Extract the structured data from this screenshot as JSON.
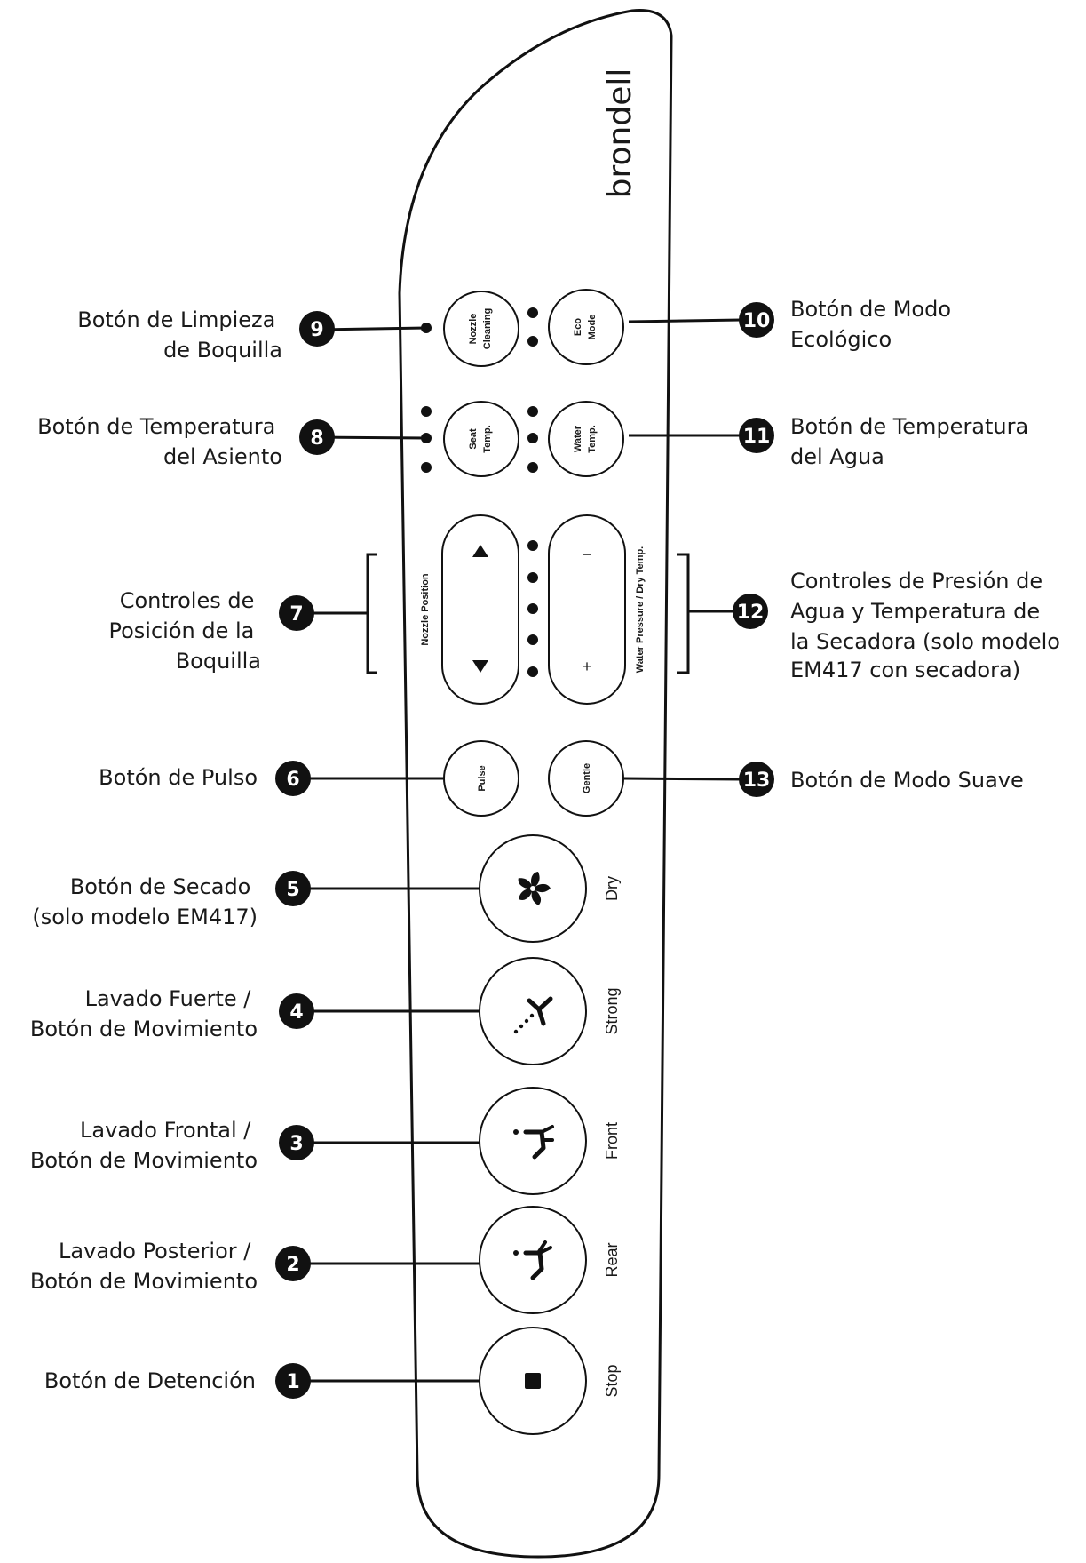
{
  "brand": "brondell",
  "buttons": {
    "nozzle_cleaning": [
      "Nozzle",
      "Cleaning"
    ],
    "eco_mode": [
      "Eco",
      "Mode"
    ],
    "seat_temp": [
      "Seat",
      "Temp."
    ],
    "water_temp": [
      "Water",
      "Temp."
    ],
    "nozzle_position": "Nozzle Position",
    "water_pressure": "Water Pressure / Dry Temp.",
    "minus": "−",
    "plus": "+",
    "pulse": "Pulse",
    "gentle": "Gentle",
    "dry": "Dry",
    "strong": "Strong",
    "front": "Front",
    "rear": "Rear",
    "stop": "Stop"
  },
  "callouts": {
    "c1": {
      "num": "1",
      "lines": [
        "Botón de Detención"
      ]
    },
    "c2": {
      "num": "2",
      "lines": [
        "Lavado Posterior /",
        "Botón de Movimiento"
      ]
    },
    "c3": {
      "num": "3",
      "lines": [
        "Lavado Frontal /",
        "Botón de Movimiento"
      ]
    },
    "c4": {
      "num": "4",
      "lines": [
        "Lavado Fuerte /",
        "Botón de Movimiento"
      ]
    },
    "c5": {
      "num": "5",
      "lines": [
        "Botón de Secado",
        "(solo modelo EM417)"
      ]
    },
    "c6": {
      "num": "6",
      "lines": [
        "Botón de Pulso"
      ]
    },
    "c7": {
      "num": "7",
      "lines": [
        "Controles de",
        "Posición de la",
        "Boquilla"
      ]
    },
    "c8": {
      "num": "8",
      "lines": [
        "Botón de Temperatura",
        "del Asiento"
      ]
    },
    "c9": {
      "num": "9",
      "lines": [
        "Botón de Limpieza",
        "de Boquilla"
      ]
    },
    "c10": {
      "num": "10",
      "lines": [
        "Botón de Modo",
        "Ecológico"
      ]
    },
    "c11": {
      "num": "11",
      "lines": [
        "Botón de Temperatura",
        "del Agua"
      ]
    },
    "c12": {
      "num": "12",
      "lines": [
        "Controles de Presión de",
        "Agua y Temperatura de",
        "la Secadora (solo modelo",
        "EM417 con secadora)"
      ]
    },
    "c13": {
      "num": "13",
      "lines": [
        "Botón de Modo Suave"
      ]
    }
  }
}
